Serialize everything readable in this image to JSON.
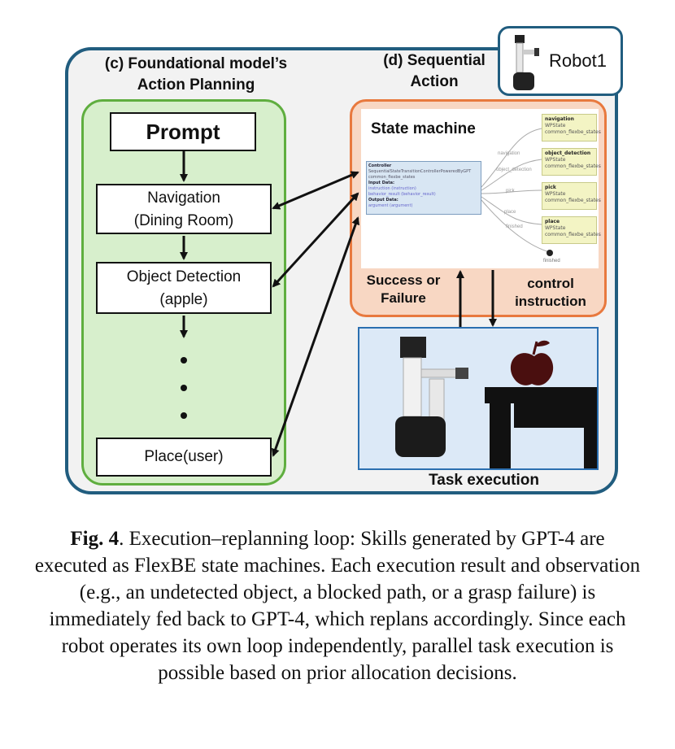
{
  "robot_tag": {
    "label": "Robot1",
    "icon": "robot-icon"
  },
  "section_c": {
    "title_line1": "(c) Foundational model’s",
    "title_line2": "Action Planning"
  },
  "section_d": {
    "title_line1": "(d) Sequential",
    "title_line2": "Action"
  },
  "planning_steps": {
    "prompt": "Prompt",
    "navigation_line1": "Navigation",
    "navigation_line2": "(Dining Room)",
    "detection_line1": "Object Detection",
    "detection_line2": "(apple)",
    "place": "Place(user)"
  },
  "state_machine": {
    "title": "State machine",
    "controller": {
      "heading": "Controller",
      "line1": "SequentialStateTransitionControllerPoweredByGPT",
      "line2": "common_flexbe_states",
      "input_heading": "Input Data:",
      "input1": "instruction (instruction)",
      "input2": "behavior_result (behavior_result)",
      "output_heading": "Output Data:",
      "output1": "argument (argument)"
    },
    "nodes": [
      {
        "name": "navigation",
        "type": "WPState",
        "pkg": "common_flexbe_states"
      },
      {
        "name": "object_detection",
        "type": "WPState",
        "pkg": "common_flexbe_states"
      },
      {
        "name": "pick",
        "type": "WPState",
        "pkg": "common_flexbe_states"
      },
      {
        "name": "place",
        "type": "WPState",
        "pkg": "common_flexbe_states"
      }
    ],
    "edge_labels": [
      "navigation",
      "object_detection",
      "pick",
      "place",
      "finished"
    ],
    "end_label": "finished"
  },
  "feedback": {
    "up_line1": "Success or",
    "up_line2": "Failure",
    "down_line1": "control",
    "down_line2": "instruction"
  },
  "task_execution": {
    "label": "Task execution"
  },
  "caption": {
    "fig_label": "Fig. 4",
    "text": ".  Execution–replanning loop: Skills generated by GPT-4 are executed as FlexBE state machines. Each execution result and observation (e.g., an undetected object, a blocked path, or a grasp failure) is immediately fed back to GPT-4, which replans accordingly. Since each robot operates its own loop independently, parallel task execution is possible based on prior allocation decisions."
  },
  "colors": {
    "outer_border": "#215d7f",
    "green_panel": "#d7efcc",
    "orange_panel": "#f8d7c3",
    "task_panel": "#dce9f7"
  }
}
